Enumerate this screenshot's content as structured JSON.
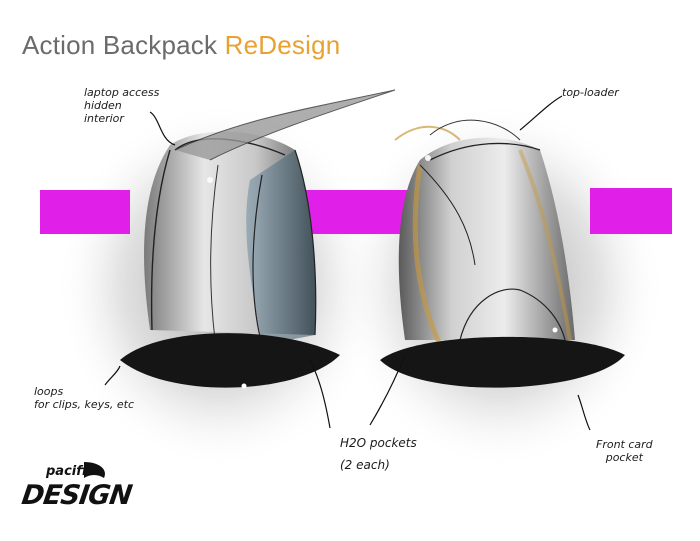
{
  "title": {
    "part1": "Action Backpack ",
    "part2": "ReDesign"
  },
  "colors": {
    "accent_orange": "#e8a232",
    "magenta_band": "#e020e8",
    "title_gray": "#6b6b6b"
  },
  "annotations": {
    "laptop": "laptop access\nhidden\ninterior",
    "top_loader": "top-loader",
    "loops": "loops\nfor clips, keys, etc",
    "h2o": "H2O pockets\n(2 each)",
    "front_card": "Front card\npocket"
  },
  "logo": {
    "line1": "pacific",
    "line2": "DESIGN"
  }
}
